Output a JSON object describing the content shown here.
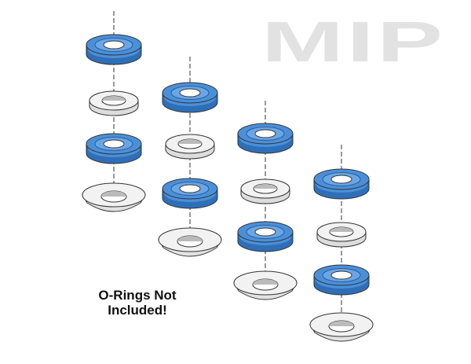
{
  "logo": {
    "text": "MIP",
    "color": "#e6e6e6"
  },
  "caption": {
    "line1": "O-Rings Not",
    "line2": "Included!"
  },
  "colors": {
    "pulley": "#4a90d9",
    "pulley_dark": "#2f6fb8",
    "washer": "#f2f2f2",
    "outline": "#333333"
  }
}
